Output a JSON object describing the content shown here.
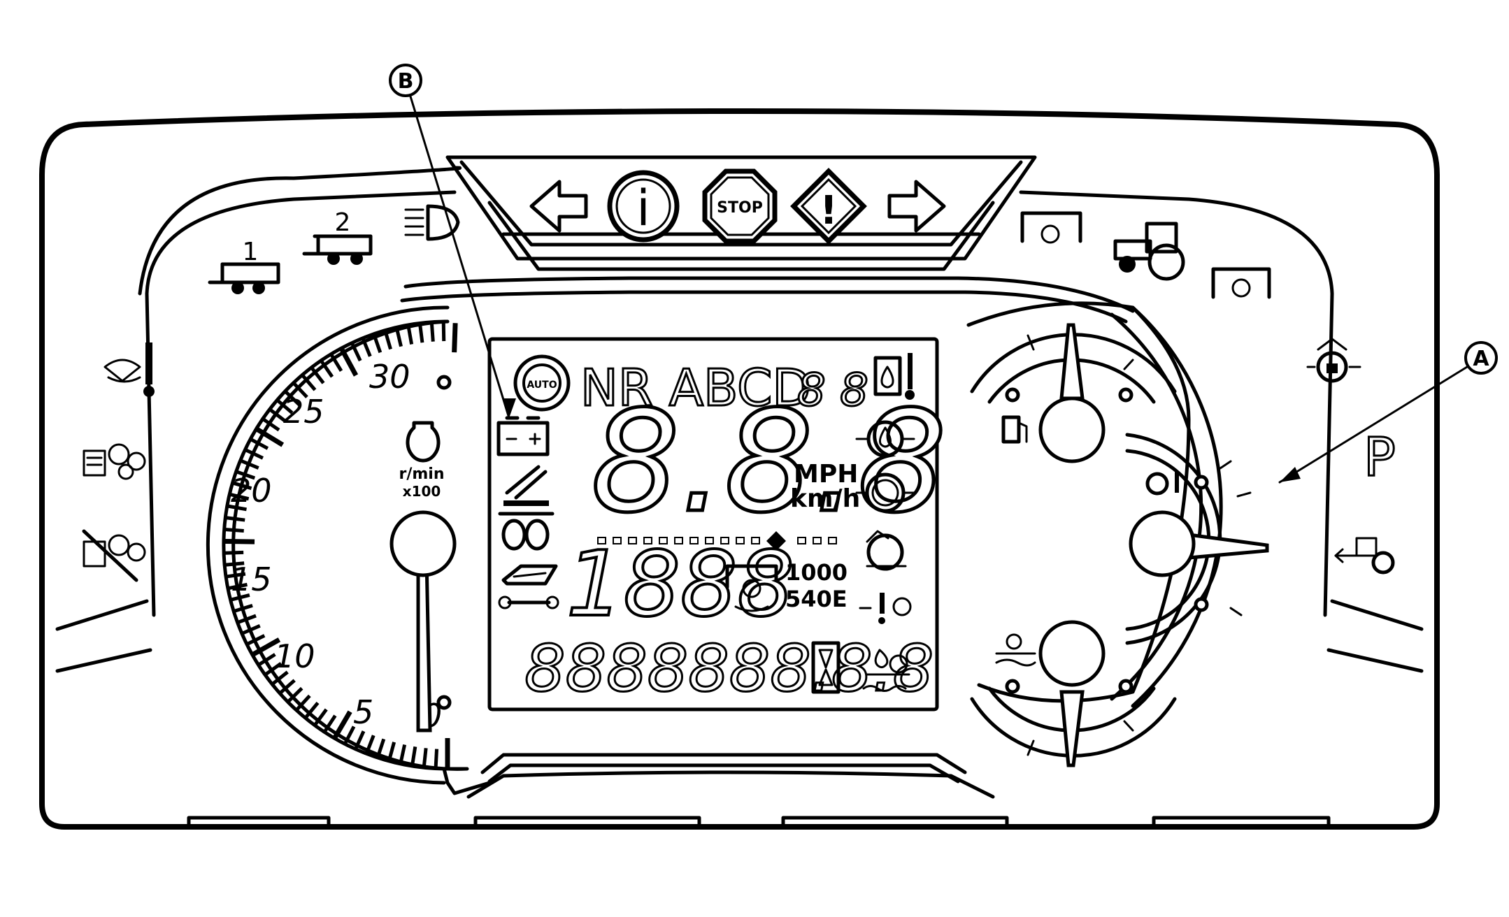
{
  "callouts": {
    "a": "A",
    "b": "B"
  },
  "warning_bar": {
    "stop_label": "STOP",
    "info_label": "i",
    "warning_label": "!"
  },
  "tacho": {
    "labels": [
      "0",
      "5",
      "10",
      "15",
      "20",
      "25",
      "30"
    ],
    "unit_line1": "r/min",
    "unit_line2": "x100"
  },
  "trailers": {
    "trailer1_label": "1",
    "trailer2_label": "2"
  },
  "lcd": {
    "auto_label": "AUTO",
    "gear_text": "NR ABCD",
    "gear_segments": "8 8",
    "speed_digits": "8.8.8",
    "speed_unit_1": "MPH",
    "speed_unit_2": "km/h",
    "pto_digits": "1888",
    "pto_1000": "1000",
    "pto_540e": "540E",
    "odometer": "8888888.8.8"
  },
  "right_icons": {
    "park_label": "P"
  },
  "colors": {
    "ink": "#000000",
    "paper": "#ffffff"
  }
}
